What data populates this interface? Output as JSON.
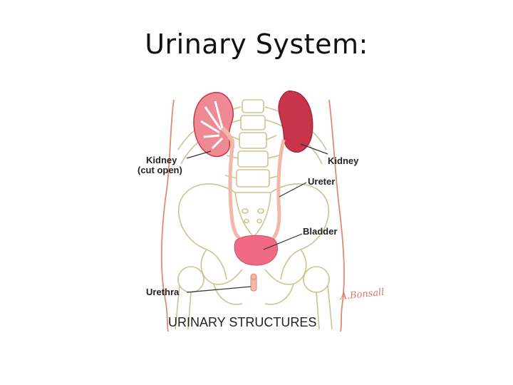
{
  "slide": {
    "title": "Urinary System:"
  },
  "diagram": {
    "labels": {
      "kidney_left_line1": "Kidney",
      "kidney_left_line2": "(cut open)",
      "kidney_right": "Kidney",
      "ureter": "Ureter",
      "bladder": "Bladder",
      "urethra": "Urethra"
    },
    "caption": "URINARY STRUCTURES",
    "signature": "A.Bonsall",
    "colors": {
      "kidney_dark": "#c8344a",
      "kidney_light": "#ef8a94",
      "bladder": "#f06a86",
      "ureter": "#f2b7a6",
      "bone": "#c9c58e",
      "skin": "#e08a72"
    }
  }
}
